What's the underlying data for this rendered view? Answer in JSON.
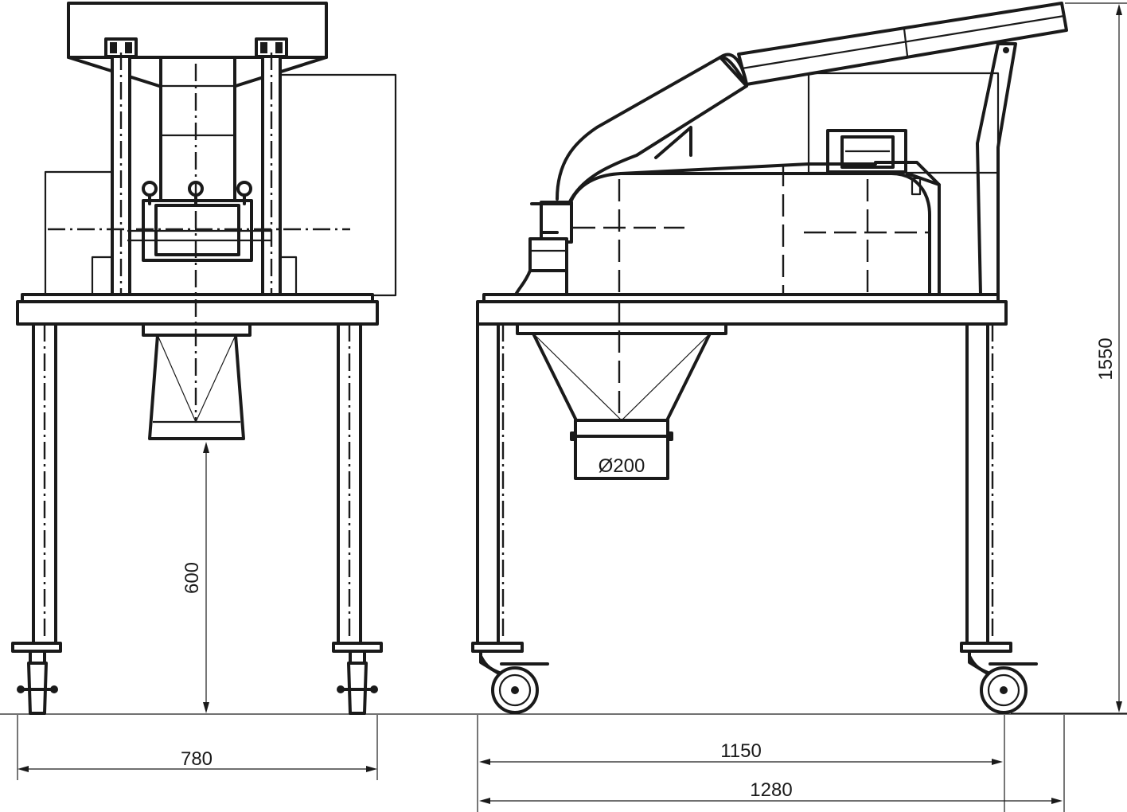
{
  "dimensions": {
    "base_width_front": "780",
    "outlet_height": "600",
    "outlet_diameter": "Ø200",
    "wheelbase": "1150",
    "total_length": "1280",
    "total_height": "1550"
  }
}
